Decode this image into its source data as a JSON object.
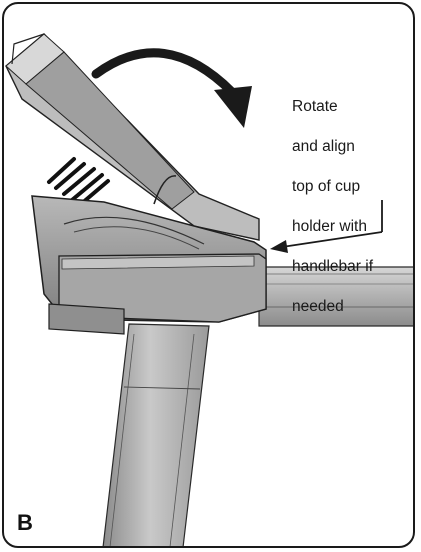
{
  "instruction": {
    "lines": [
      "Rotate",
      "and align",
      "top of cup",
      "holder with",
      "handlebar if",
      "needed"
    ]
  },
  "panel": {
    "label": "B"
  }
}
